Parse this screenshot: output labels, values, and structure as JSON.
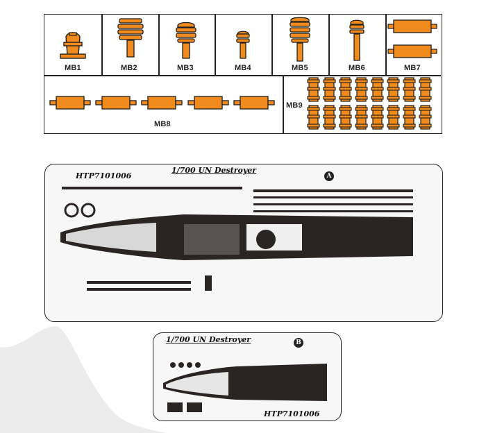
{
  "parts_grid": {
    "row1": [
      "MB1",
      "MB2",
      "MB3",
      "MB4",
      "MB5",
      "MB6",
      "MB7"
    ],
    "row2": [
      "MB8",
      "MB9"
    ]
  },
  "fret_a": {
    "code": "HTP7101006",
    "title": "1/700 UN Destroyer",
    "mark": "A"
  },
  "fret_b": {
    "code": "HTP7101006",
    "title": "1/700 UN Destroyer",
    "mark": "B"
  },
  "colors": {
    "part_fill": "#f18b1e",
    "outline": "#1e1e1e",
    "fret_bg": "#f7f7f7",
    "etch_dark": "#2a2422"
  }
}
